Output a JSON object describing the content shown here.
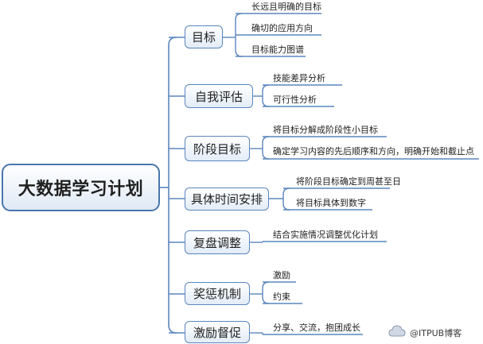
{
  "root": {
    "label": "大数据学习计划"
  },
  "branches": [
    {
      "label": "目标",
      "leaves": [
        "长远且明确的目标",
        "确切的应用方向",
        "目标能力图谱"
      ]
    },
    {
      "label": "自我评估",
      "leaves": [
        "技能差异分析",
        "可行性分析"
      ]
    },
    {
      "label": "阶段目标",
      "leaves": [
        "将目标分解成阶段性小目标",
        "确定学习内容的先后顺序和方向，明确开始和截止点"
      ]
    },
    {
      "label": "具体时间安排",
      "leaves": [
        "将阶段目标确定到周甚至日",
        "将目标具体到数字"
      ]
    },
    {
      "label": "复盘调整",
      "leaves": [
        "结合实施情况调整优化计划"
      ]
    },
    {
      "label": "奖惩机制",
      "leaves": [
        "激励",
        "约束"
      ]
    },
    {
      "label": "激励督促",
      "leaves": [
        "分享、交流，抱团成长"
      ]
    }
  ],
  "watermark": {
    "text": "@ITPUB博客"
  },
  "colors": {
    "line": "#5b86be",
    "node_border": "#5a86bd",
    "root_border": "#4a76ad"
  }
}
